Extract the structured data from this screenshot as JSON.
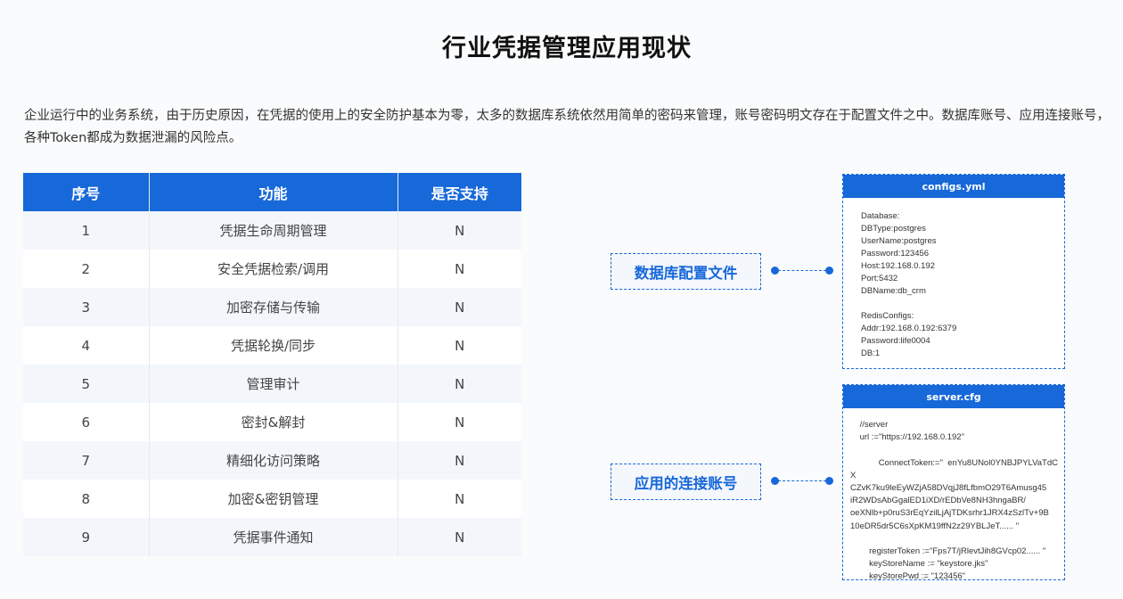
{
  "page": {
    "title": "行业凭据管理应用现状",
    "intro": "企业运行中的业务系统，由于历史原因，在凭据的使用上的安全防护基本为零，太多的数据库系统依然用简单的密码来管理，账号密码明文存在于配置文件之中。数据库账号、应用连接账号，各种Token都成为数据泄漏的风险点。"
  },
  "table": {
    "headers": [
      "序号",
      "功能",
      "是否支持"
    ],
    "rows": [
      {
        "idx": "1",
        "func": "凭据生命周期管理",
        "sup": "N"
      },
      {
        "idx": "2",
        "func": "安全凭据检索/调用",
        "sup": "N"
      },
      {
        "idx": "3",
        "func": "加密存储与传输",
        "sup": "N"
      },
      {
        "idx": "4",
        "func": "凭据轮换/同步",
        "sup": "N"
      },
      {
        "idx": "5",
        "func": "管理审计",
        "sup": "N"
      },
      {
        "idx": "6",
        "func": "密封&解封",
        "sup": "N"
      },
      {
        "idx": "7",
        "func": "精细化访问策略",
        "sup": "N"
      },
      {
        "idx": "8",
        "func": "加密&密钥管理",
        "sup": "N"
      },
      {
        "idx": "9",
        "func": "凭据事件通知",
        "sup": "N"
      }
    ]
  },
  "diagram": {
    "label_db": "数据库配置文件",
    "label_app": "应用的连接账号",
    "config_file": {
      "name": "configs.yml",
      "content": "Database:\nDBType:postgres\nUserName:postgres\nPassword:123456\nHost:192.168.0.192\nPort:5432\nDBName:db_crm\n\nRedisConfigs:\nAddr:192.168.0.192:6379\nPassword:life0004\nDB:1"
    },
    "server_file": {
      "name": "server.cfg",
      "content": "    //server\n    url :=\"https://192.168.0.192\"\n\n            ConnectToken:=\"  enYu8UNol0YNBJPYLVaTdCX\nCZvK7ku9leEyWZjA58DVqjJ8fLfbmO29T6Amusg45\niR2WDsAbGgalED1iXD/rEDbVe8NH3hngaBR/\noeXNlb+p0ruS3rEqYzilLjAjTDKsrhr1JRX4zSzlTv+9B\n10eDR5dr5C6sXpKM19ffN2z29YBLJeT...... \"\n\n        registerToken :=\"Fps7T/jRlevtJih8GVcp02...... \"\n        keyStoreName := \"keystore.jks\"\n        keyStorePwd := \"123456\""
    }
  },
  "colors": {
    "accent": "#1768d9",
    "row_alt": "#f3f6fb"
  }
}
